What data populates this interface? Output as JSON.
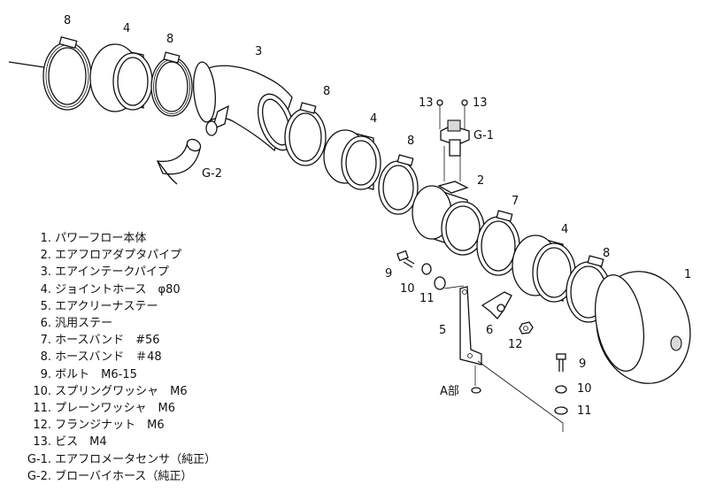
{
  "callouts": {
    "c8a": "8",
    "c4a": "4",
    "c8b": "8",
    "c3": "3",
    "c8c": "8",
    "c4b": "4",
    "c8d": "8",
    "c13a": "13",
    "c13b": "13",
    "cG1": "G-1",
    "cG2": "G-2",
    "c2": "2",
    "c7": "7",
    "c4c": "4",
    "c8e": "8",
    "c1": "1",
    "c9a": "9",
    "c10a": "10",
    "c11a": "11",
    "c5": "5",
    "c6": "6",
    "c12": "12",
    "c9b": "9",
    "c10b": "10",
    "c11b": "11",
    "cA": "A部"
  },
  "legend": [
    {
      "num": "1.",
      "text": "パワーフロー本体"
    },
    {
      "num": "2.",
      "text": "エアフロアダプタパイプ"
    },
    {
      "num": "3.",
      "text": "エアインテークパイプ"
    },
    {
      "num": "4.",
      "text": "ジョイントホース　φ80"
    },
    {
      "num": "5.",
      "text": "エアクリーナステー"
    },
    {
      "num": "6.",
      "text": "汎用ステー"
    },
    {
      "num": "7.",
      "text": "ホースバンド　#56"
    },
    {
      "num": "8.",
      "text": "ホースバンド　＃48"
    },
    {
      "num": "9.",
      "text": "ボルト　M6-15"
    },
    {
      "num": "10.",
      "text": "スプリングワッシャ　M6"
    },
    {
      "num": "11.",
      "text": "プレーンワッシャ　M6"
    },
    {
      "num": "12.",
      "text": "フランジナット　M6"
    },
    {
      "num": "13.",
      "text": "ビス　M4"
    },
    {
      "num": "G-1.",
      "text": "エアフロメータセンサ（純正）"
    },
    {
      "num": "G-2.",
      "text": "ブローバイホース（純正）"
    }
  ]
}
